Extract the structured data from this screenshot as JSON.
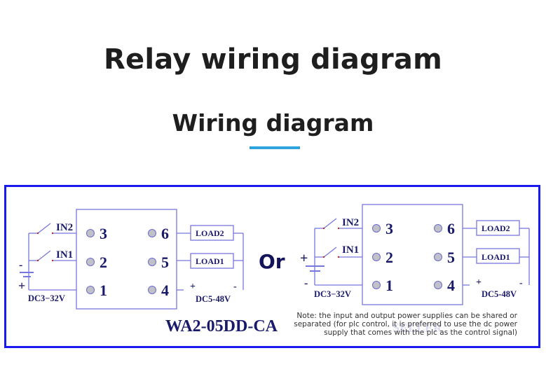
{
  "header": {
    "title": "Relay wiring diagram",
    "subtitle": "Wiring diagram",
    "accent_color": "#2ea3dd"
  },
  "frame": {
    "border_color": "#1a1aee"
  },
  "diagram_left": {
    "inputs": [
      "IN2",
      "IN1"
    ],
    "input_supply_label": "DC3−32V",
    "battery_polarity_top": "-",
    "battery_polarity_bottom": "+",
    "terminals_left": [
      "3",
      "2",
      "1"
    ],
    "terminals_right": [
      "6",
      "5",
      "4"
    ],
    "loads": [
      "LOAD2",
      "LOAD1"
    ],
    "output_plus": "+",
    "output_minus": "-",
    "output_supply_label": "DC5-48V",
    "model": "WA2-05DD-CA"
  },
  "separator": "Or",
  "diagram_right": {
    "inputs": [
      "IN2",
      "IN1"
    ],
    "input_supply_label": "DC3−32V",
    "battery_polarity_top": "+",
    "battery_polarity_bottom": "-",
    "terminals_left": [
      "3",
      "2",
      "1"
    ],
    "terminals_right": [
      "6",
      "5",
      "4"
    ],
    "loads": [
      "LOAD2",
      "LOAD1"
    ],
    "output_plus": "+",
    "output_minus": "-",
    "output_supply_label": "DC5-48V"
  },
  "note": {
    "line1": "Note: the input and output power supplies can be shared or",
    "line2": "separated (for plc control, it is preferred to use the dc power",
    "line3": "supply that comes with the plc as the control signal)"
  },
  "watermark": "SELLER"
}
